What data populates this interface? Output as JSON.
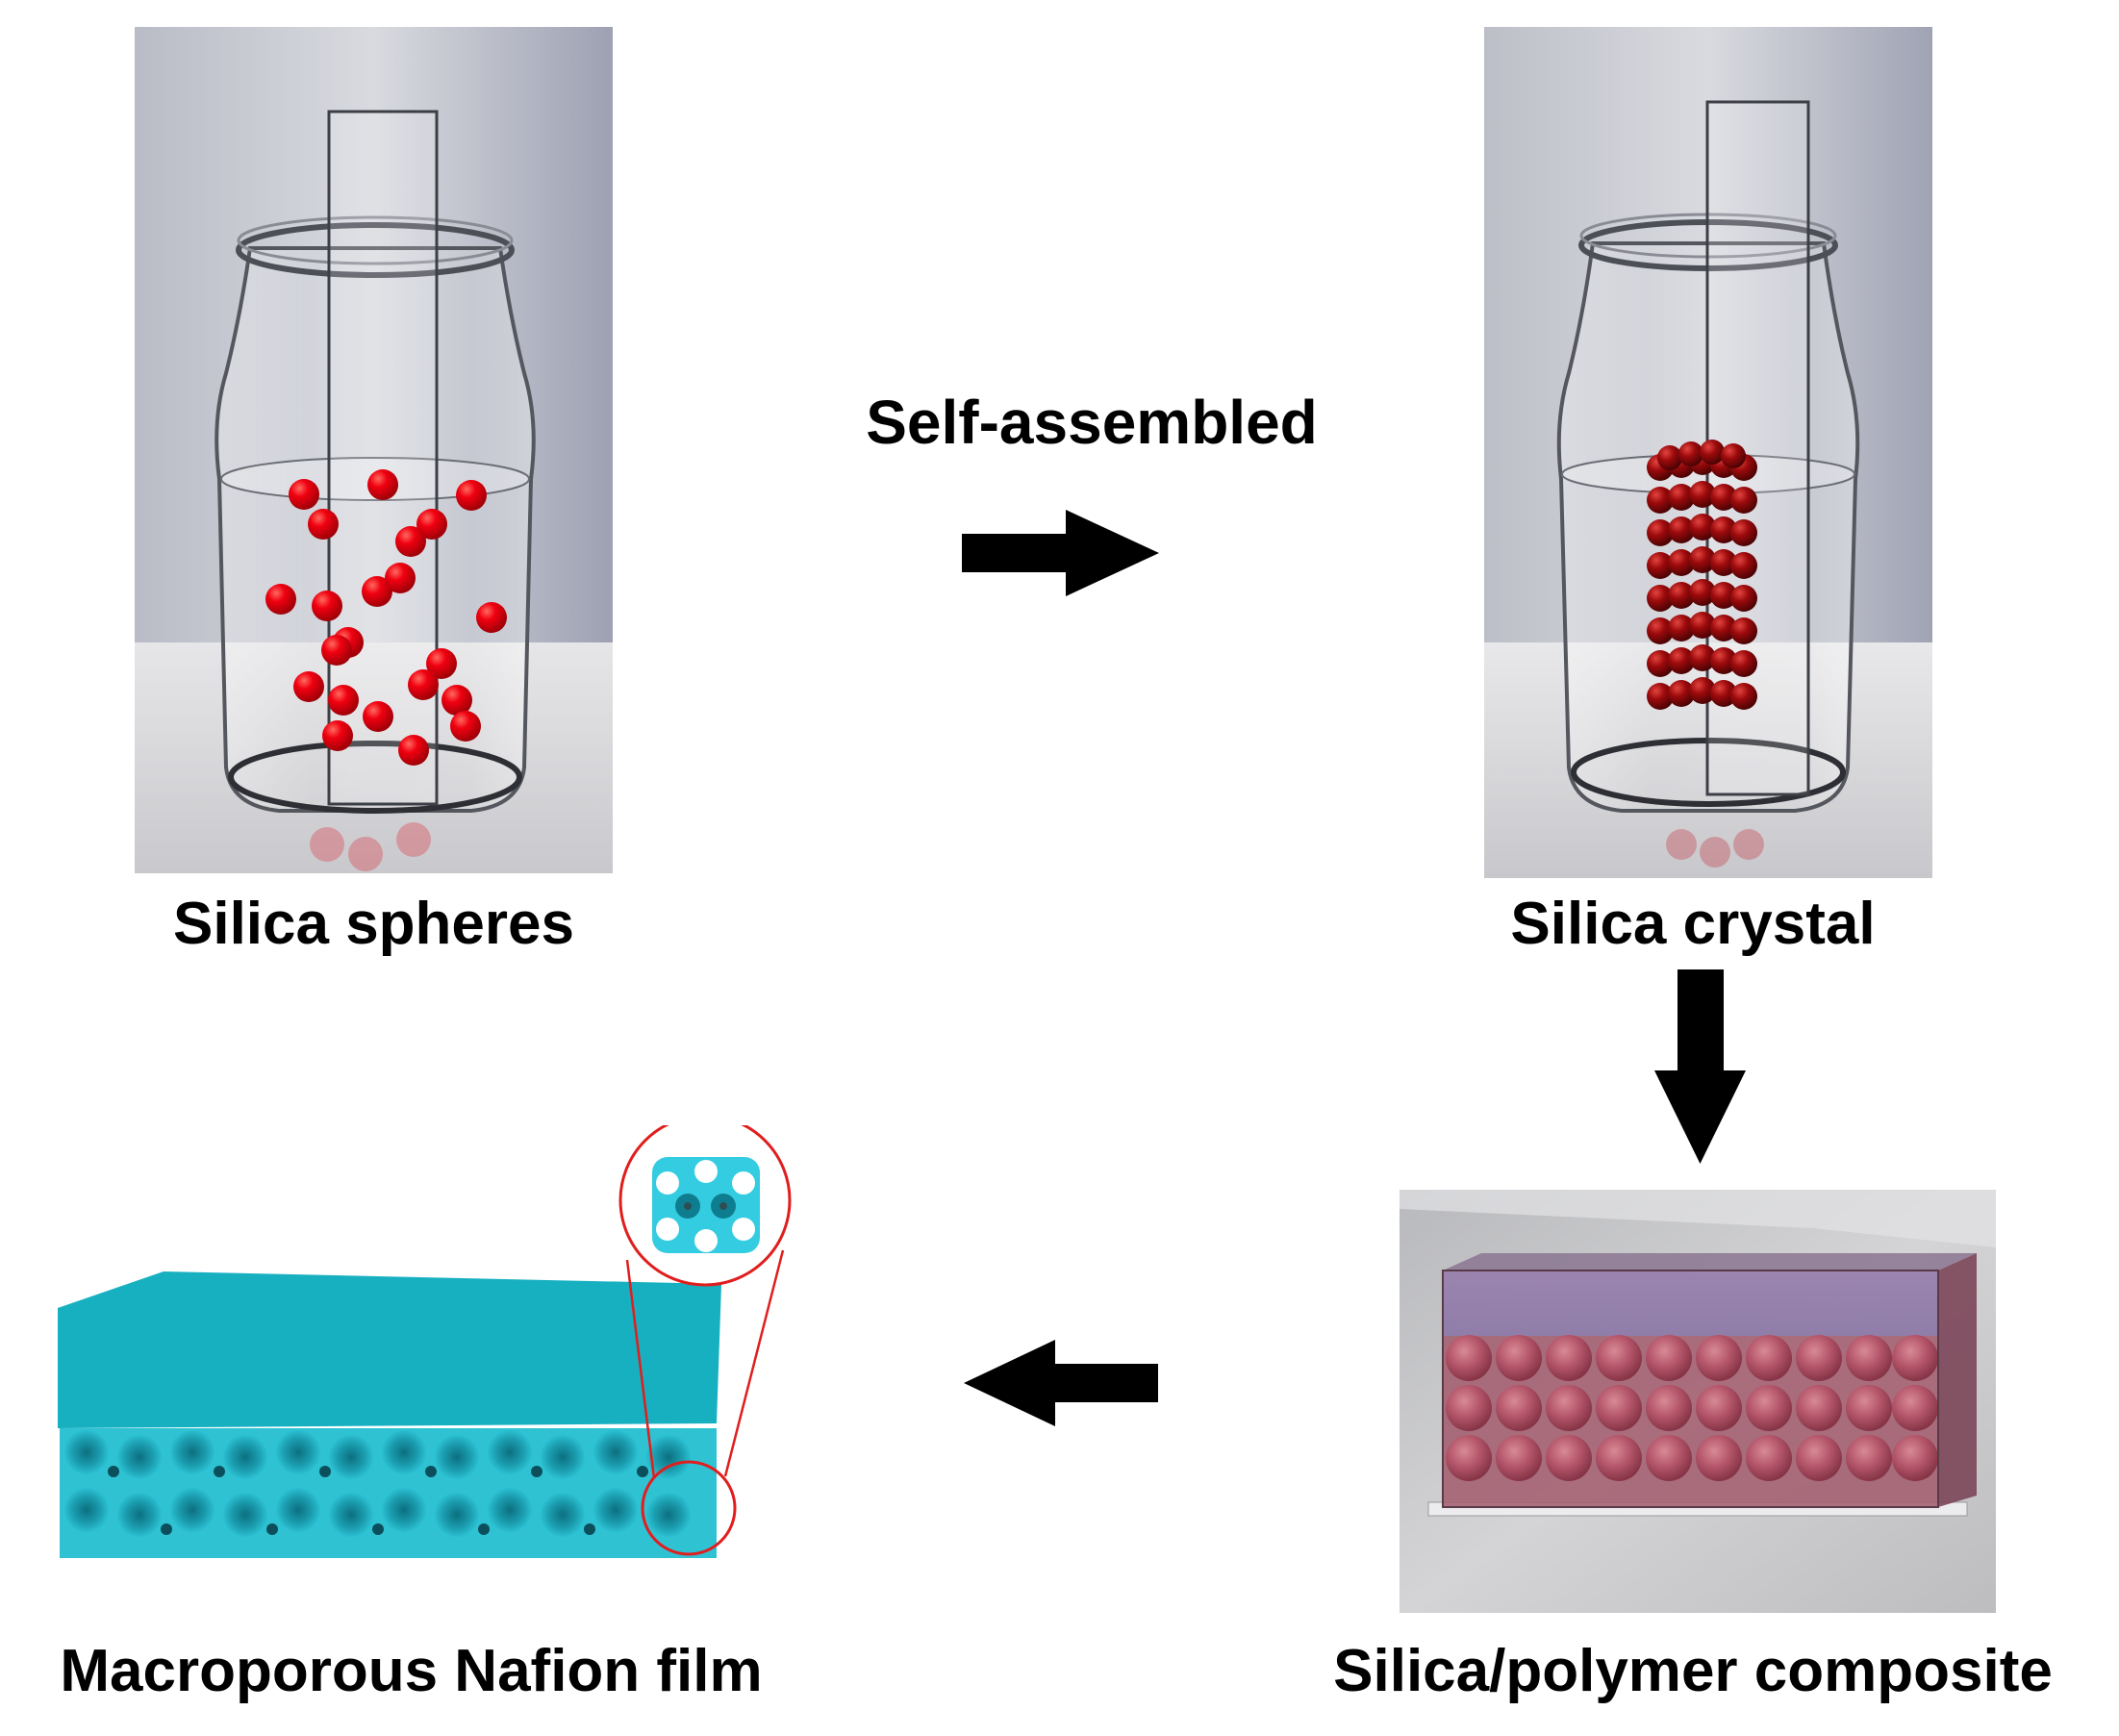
{
  "labels": {
    "step1": "Silica spheres",
    "step2": "Silica crystal",
    "step3": "Silica/polymer composite",
    "step4": "Macroporous Nafion film",
    "arrow1": "Self-assembled"
  },
  "colors": {
    "sphere": "#e8000a",
    "crystal_sphere": "#8e0508",
    "nafion": "#18b4c6",
    "composite": "#a8505e",
    "zoom_circle": "#e01e1e",
    "arrow": "#000000"
  },
  "icons": [
    "jar-with-loose-spheres",
    "jar-with-sphere-crystal",
    "composite-block",
    "porous-film",
    "arrow-right",
    "arrow-down",
    "arrow-left"
  ]
}
